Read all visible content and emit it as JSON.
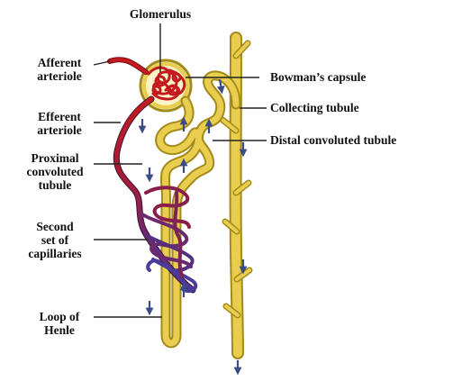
{
  "labels": {
    "glomerulus": "Glomerulus",
    "afferent": [
      "Afferent",
      "arteriole"
    ],
    "efferent": [
      "Efferent",
      "arteriole"
    ],
    "proximal": [
      "Proximal",
      "convoluted",
      "tubule"
    ],
    "second": [
      "Second",
      "set of",
      "capillaries"
    ],
    "loop": [
      "Loop of",
      "Henle"
    ],
    "bowman": "Bowman’s capsule",
    "collecting": "Collecting tubule",
    "distal": "Distal convoluted tubule"
  },
  "colors": {
    "tubule": "#e8cd4e",
    "tubule_outline": "#a38a1c",
    "artery": "#c41a1f",
    "vein": "#4a3b9c",
    "arrow": "#3a4b86",
    "leader": "#222222"
  }
}
